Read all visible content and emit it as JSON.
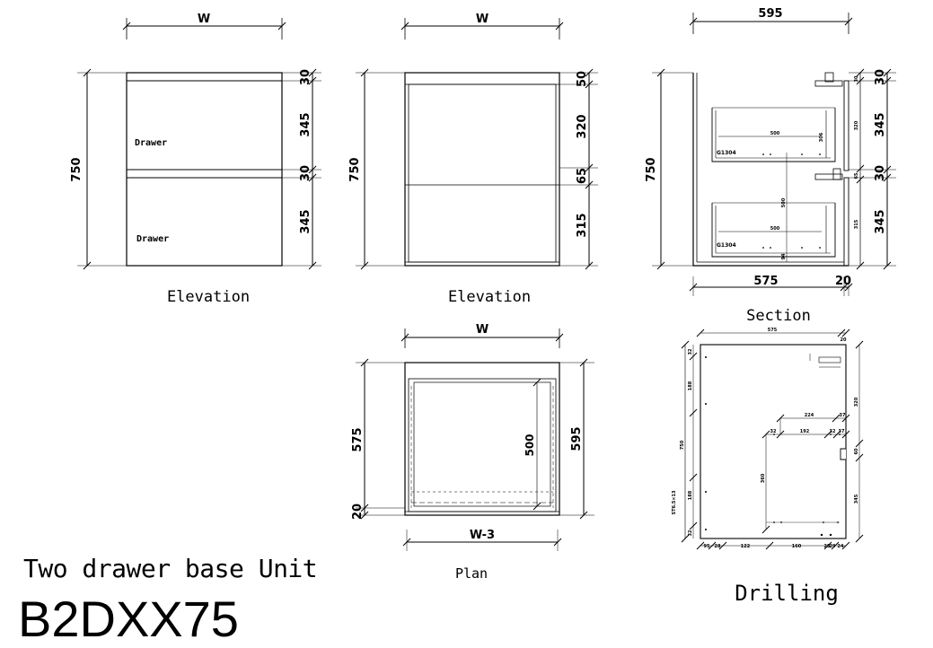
{
  "title": "Two drawer base Unit",
  "product_code": "B2DXX75",
  "views": {
    "elevation_front": {
      "label": "Elevation",
      "width_label": "W",
      "height_label": "750",
      "right_dims": [
        "30",
        "345",
        "30",
        "345"
      ],
      "drawer_labels": [
        "Drawer",
        "Drawer"
      ]
    },
    "elevation_open": {
      "label": "Elevation",
      "width_label": "W",
      "height_label": "750",
      "right_dims": [
        "50",
        "320",
        "65",
        "315"
      ]
    },
    "section": {
      "label": "Section",
      "top_dim": "595",
      "height_label": "750",
      "bottom_dims": [
        "575",
        "20"
      ],
      "right_dims": [
        "30",
        "345",
        "30",
        "345"
      ],
      "inner_right_dims": [
        "30",
        "320",
        "65",
        "315"
      ],
      "runner_labels": [
        "G1304",
        "G1304"
      ],
      "small_labels": [
        "500",
        "500",
        "500",
        "306",
        "94"
      ]
    },
    "plan": {
      "label": "Plan",
      "top_label": "W",
      "bottom_label": "W-3",
      "left_dims": [
        "575",
        "20"
      ],
      "inner_dim": "500",
      "right_dim": "595"
    },
    "drilling": {
      "label": "Drilling",
      "small_labels": [
        "575",
        "20",
        "224",
        "37",
        "32",
        "192",
        "32",
        "37",
        "360",
        "750",
        "345",
        "320",
        "32",
        "188",
        "188",
        "32",
        "95",
        "60",
        "28",
        "28",
        "122",
        "160",
        "29",
        "24"
      ],
      "side_text": "ST6.5×13"
    }
  }
}
